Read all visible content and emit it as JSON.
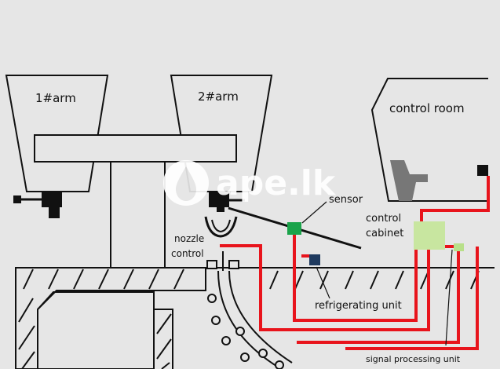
{
  "labels": {
    "arm1": "1#arm",
    "arm2": "2#arm",
    "control_room": "control room",
    "sensor": "sensor",
    "control_cabinet_line1": "control",
    "control_cabinet_line2": "cabinet",
    "nozzle_control_line1": "nozzle",
    "nozzle_control_line2": "control",
    "refrigerating_unit": "refrigerating unit",
    "signal_processing_unit": "signal processing unit"
  },
  "watermark": "ape.lk",
  "colors": {
    "background": "#e6e6e6",
    "outline": "#111111",
    "signal_wire": "#e8141c",
    "sensor": "#1aa34a",
    "cabinet": "#c8e6a0",
    "cooling_unit": "#1f3a5f",
    "spu": "#b8e08a",
    "operator": "#777777"
  }
}
